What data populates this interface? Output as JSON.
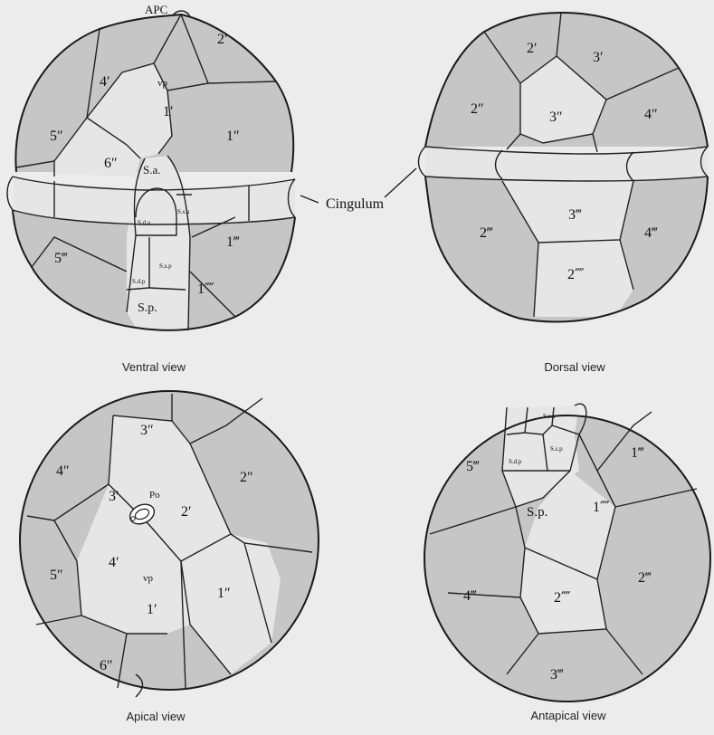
{
  "ventral": {
    "caption": "Ventral view",
    "apc": "APC",
    "p2": "2′",
    "p4": "4′",
    "vp": "vp",
    "p1": "1′",
    "p5pp": "5″",
    "p6pp": "6″",
    "p1pp": "1″",
    "sa": "S.a.",
    "sda": "S.d.a",
    "ssa": "S.s.a",
    "p5ppp": "5‴",
    "p1ppp": "1‴",
    "sdp": "S.d.p",
    "ssp": "S.s.p",
    "p1pppp": "1⁗",
    "sp": "S.p.",
    "cingulum": "Cingulum"
  },
  "dorsal": {
    "caption": "Dorsal view",
    "p2": "2′",
    "p3": "3′",
    "p2pp": "2″",
    "p3pp": "3″",
    "p4pp": "4″",
    "p2ppp": "2‴",
    "p3ppp": "3‴",
    "p4ppp": "4‴",
    "p2pppp": "2⁗"
  },
  "apical": {
    "caption": "Apical view",
    "p3pp": "3″",
    "p4pp": "4″",
    "p2pp": "2″",
    "p3": "3′",
    "po": "Po",
    "p2": "2′",
    "p5pp": "5″",
    "p4": "4′",
    "vp": "vp",
    "p1pp": "1″",
    "p1": "1′",
    "p6pp": "6″"
  },
  "antapical": {
    "caption": "Antapical view",
    "ssa": "S.s.a",
    "sdp": "S.d.p",
    "ssp": "S.s.p",
    "p1ppp": "1‴",
    "p5ppp": "5‴",
    "sp": "S.p.",
    "p1pppp": "1⁗",
    "p4ppp": "4‴",
    "p2pppp": "2⁗",
    "p2ppp": "2‴",
    "p3ppp": "3‴"
  },
  "colors": {
    "background": "#ececec",
    "plate_dark": "#b7b7b7",
    "plate_light": "#e6e6e6"
  }
}
